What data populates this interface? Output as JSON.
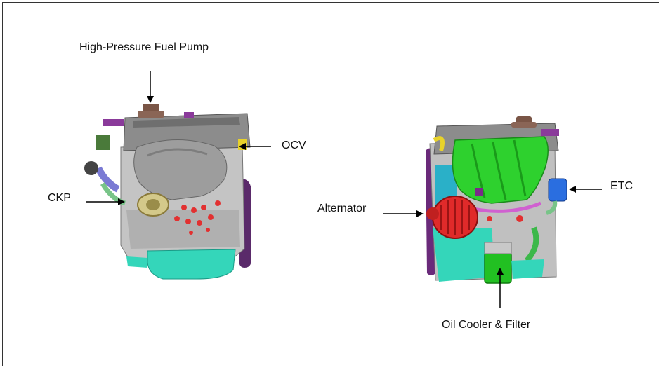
{
  "labels": {
    "fuel_pump": "High-Pressure Fuel Pump",
    "ocv": "OCV",
    "ckp": "CKP",
    "alternator": "Alternator",
    "etc": "ETC",
    "oil_cooler": "Oil Cooler & Filter"
  },
  "colors": {
    "intake_manifold": "#2ed12e",
    "oil_pan": "#33d6b8",
    "alternator": "#e02a2a",
    "block": "#b8b8b8",
    "head": "#8a8a8a",
    "belt": "#6a2a7a",
    "etc": "#2a6ee0",
    "exhaust_cover": "#9c9c9c"
  }
}
